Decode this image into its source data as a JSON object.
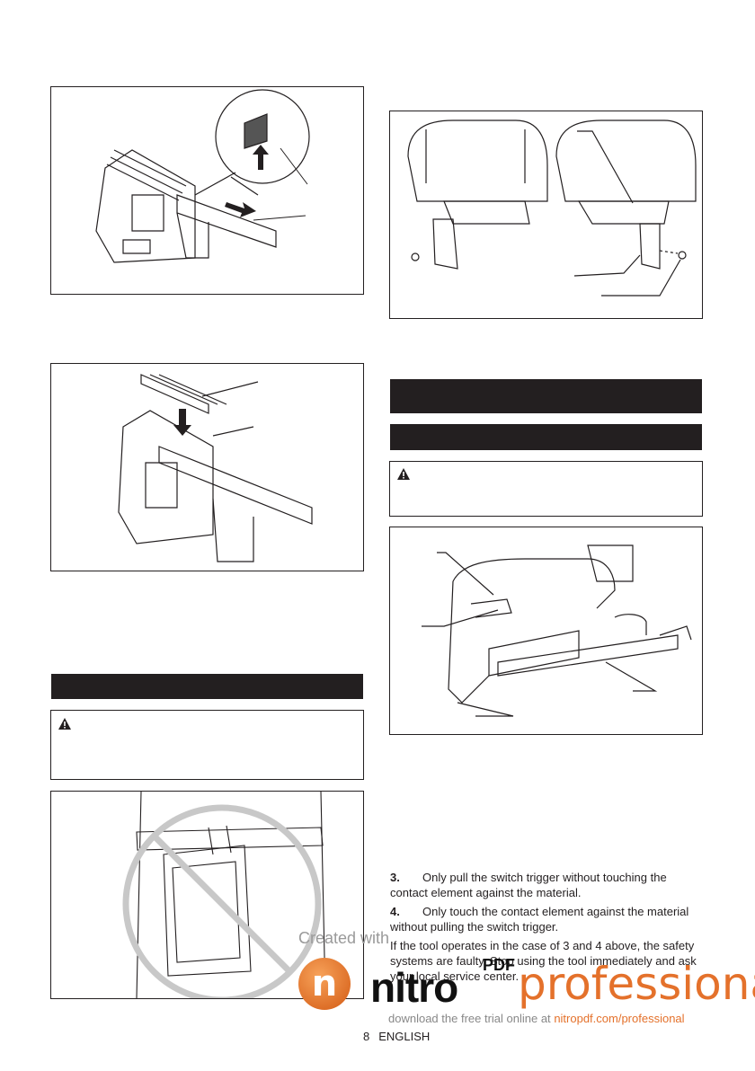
{
  "figures": {
    "fig1": "magazine-loading-illustration",
    "fig2": "hook-installation-illustration",
    "fig3": "staple-insertion-illustration",
    "fig4": "tool-parts-illustration",
    "fig5": "do-not-carry-on-belt-illustration"
  },
  "icons": {
    "warning": "warning-triangle-icon"
  },
  "instructions": {
    "item3_num": "3.",
    "item3_text": "Only pull the switch trigger without touching the contact element against the material.",
    "item4_num": "4.",
    "item4_text": "Only touch the contact element against the material without pulling the switch trigger.",
    "note": "If the tool operates in the case of 3 and 4 above, the safety systems are faulty. Stop using the tool immediately and ask your local service center."
  },
  "footer": {
    "page_number": "8",
    "language": "ENGLISH"
  },
  "watermark": {
    "created_with": "Created with",
    "logo_letter": "n",
    "brand": "nitro",
    "pdf": "PDF",
    "professional": "professional",
    "download_prefix": "download the free trial online at",
    "download_link": "nitropdf.com/professional"
  },
  "colors": {
    "ink": "#231f20",
    "watermark_orange": "#e4712b"
  }
}
